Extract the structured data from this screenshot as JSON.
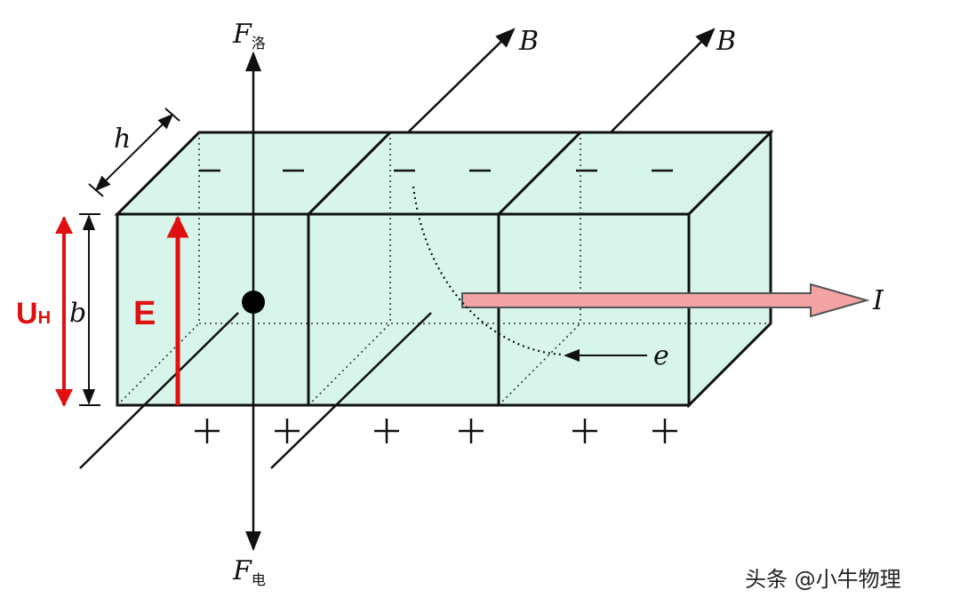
{
  "labels": {
    "lorentz_force": {
      "symbol": "F",
      "subscript": "洛"
    },
    "electric_force": {
      "symbol": "F",
      "subscript": "电"
    },
    "magnetic_field_1": "B",
    "magnetic_field_2": "B",
    "thickness": "h",
    "height": "b",
    "hall_voltage": {
      "symbol": "U",
      "subscript": "H"
    },
    "electric_field": "E",
    "current": "I",
    "electron": "e"
  },
  "charges": {
    "top": "−",
    "bottom": "+"
  },
  "watermark": "头条 @小牛物理",
  "colors": {
    "fill": "#d8f5ec",
    "red": "#e01010",
    "current_arrow": "#f2a3a3"
  }
}
